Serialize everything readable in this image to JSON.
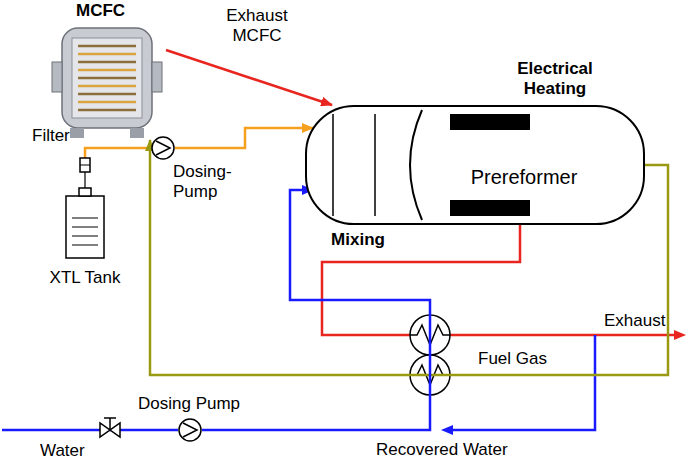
{
  "diagram": {
    "nodes": [
      {
        "text": [
          "MCFC"
        ]
      },
      {
        "text": [
          "Electrical Heating"
        ]
      },
      {
        "text": [
          "Mixing"
        ],
        "in": 1
      },
      {
        "text": [
          "Prereformer"
        ],
        "in": 1
      },
      {
        "text": [
          "Filter"
        ]
      },
      {
        "text": [
          "XTL Tank"
        ]
      },
      {
        "text": [
          "Dosing-Pump"
        ]
      },
      {
        "text": [
          "Dosing Pump"
        ]
      }
    ],
    "edges": [
      {
        "from": 0,
        "to": 1,
        "label": "Exhaust MCFC",
        "arrow": "to"
      },
      {
        "from": 5,
        "to": 4,
        "arrow": "none"
      },
      {
        "from": 4,
        "to": 6,
        "arrow": "none"
      },
      {
        "from": 6,
        "to": 2,
        "arrow": "to"
      },
      {
        "from": 3,
        "to": 0,
        "label": "Fuel Gas",
        "arrow": "to"
      },
      {
        "from": 7,
        "to": 2,
        "arrow": "to"
      }
    ],
    "labels": [
      "Exhaust",
      "Recovered Water",
      "Water"
    ]
  }
}
